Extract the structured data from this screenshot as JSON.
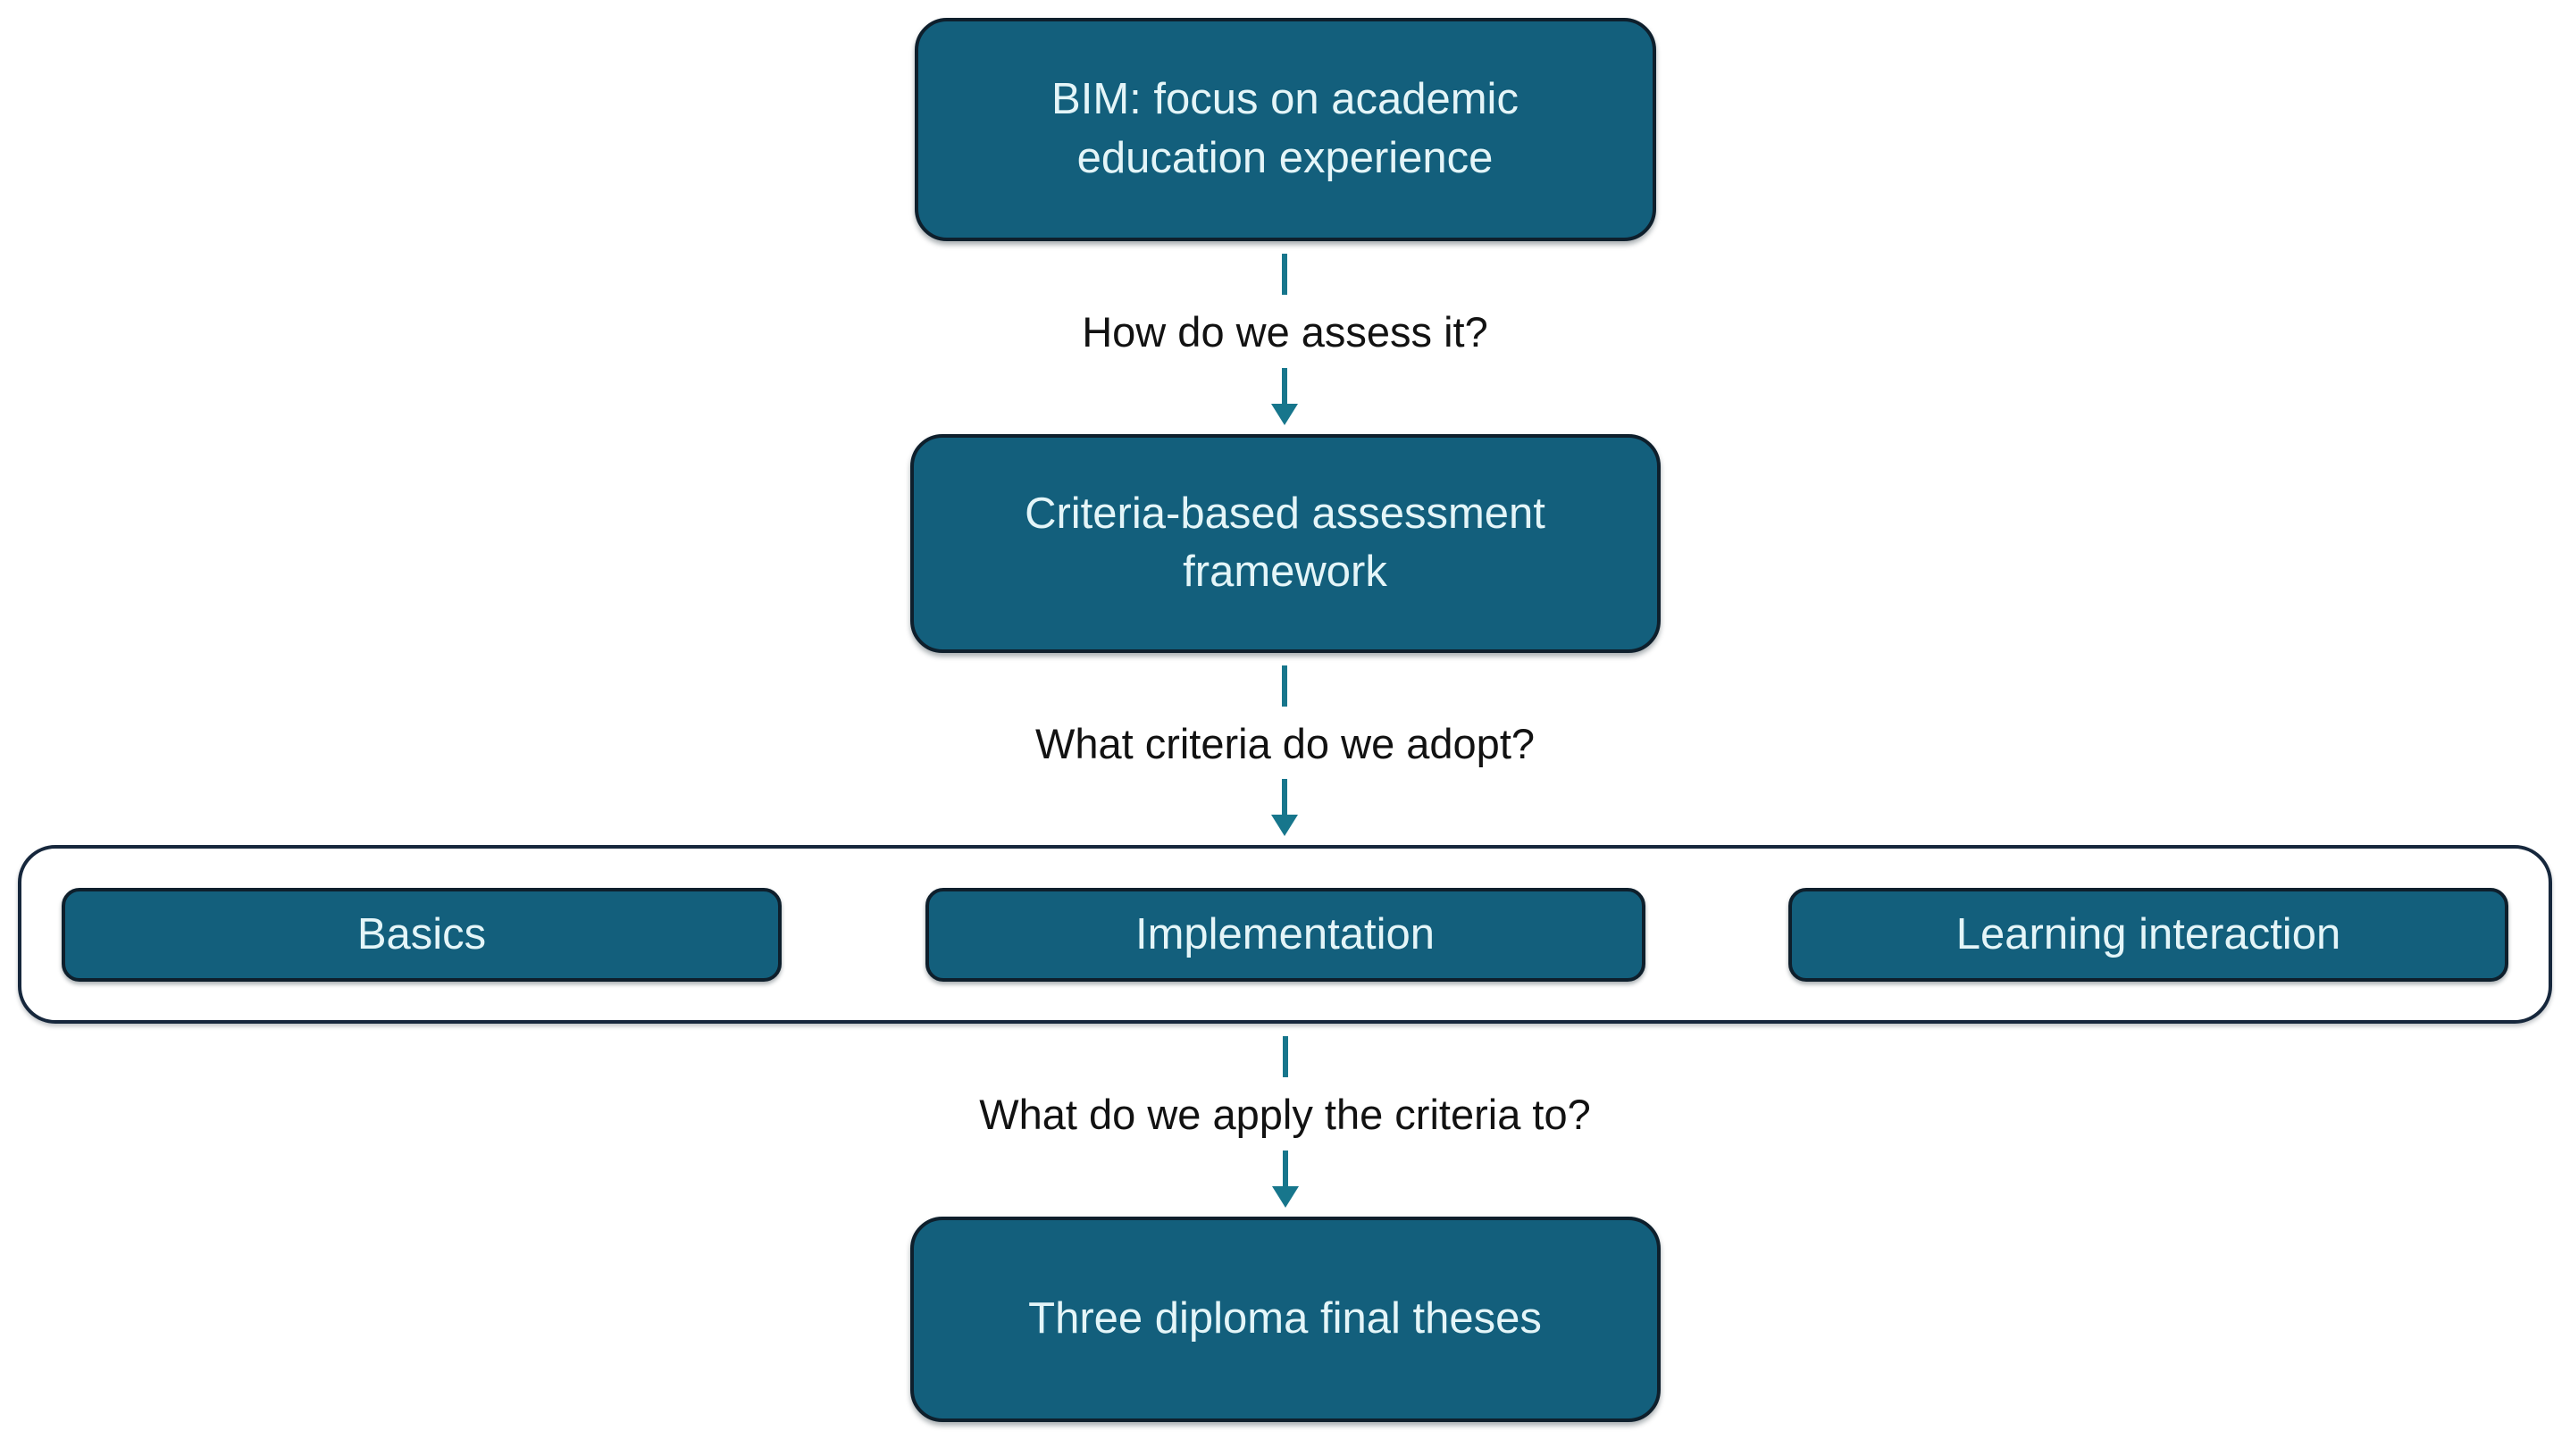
{
  "colors": {
    "node_fill": "#135f7c",
    "node_border": "#0e1f2c",
    "node_text": "#e4f5f8",
    "arrow": "#17768c",
    "label_text": "#121212",
    "container_border": "#16273c",
    "page_bg": "#ffffff"
  },
  "nodes": {
    "bim": {
      "label": "BIM: focus on academic education experience"
    },
    "framework": {
      "label": "Criteria-based assessment framework"
    },
    "theses": {
      "label": "Three diploma final theses"
    }
  },
  "criteria": [
    {
      "label": "Basics"
    },
    {
      "label": "Implementation"
    },
    {
      "label": "Learning interaction"
    }
  ],
  "connectors": [
    {
      "label": "How do we assess it?"
    },
    {
      "label": "What criteria do we adopt?"
    },
    {
      "label": "What do we apply the criteria to?"
    }
  ]
}
